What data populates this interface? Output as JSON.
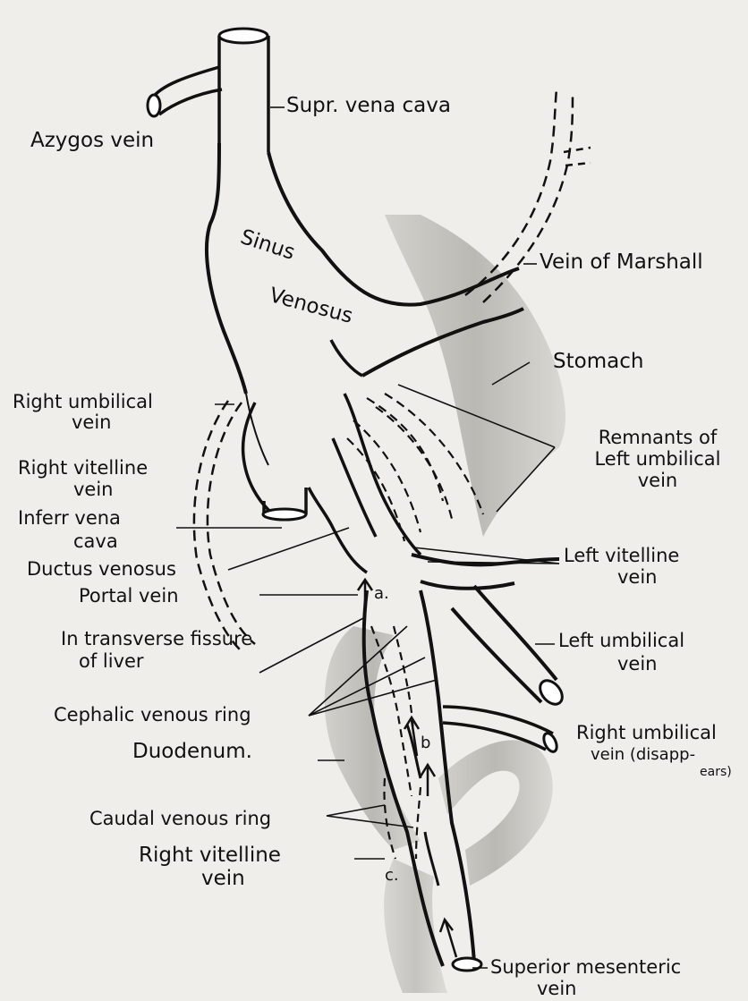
{
  "labels": {
    "sup_vena_cava": "Supr. vena cava",
    "azygos_vein": "Azygos vein",
    "sinus_venosus_1": "Sinus",
    "sinus_venosus_2": "Venosus",
    "vein_of_marshall": "Vein of Marshall",
    "stomach": "Stomach",
    "right_umbilical_vein_1": "Right umbilical",
    "right_umbilical_vein_2": "vein",
    "remnants_1": "Remnants of",
    "remnants_2": "Left umbilical",
    "remnants_3": "vein",
    "right_vitelline_vein_top_1": "Right vitelline",
    "right_vitelline_vein_top_2": "vein",
    "infer_vena_cava_1": "Inferr vena",
    "infer_vena_cava_2": "cava",
    "left_vitelline_vein_1": "Left vitelline",
    "left_vitelline_vein_2": "vein",
    "ductus_venosus": "Ductus venosus",
    "marker_a": "a.",
    "portal_vein": "Portal vein",
    "left_umbilical_vein_1": "Left umbilical",
    "left_umbilical_vein_2": "vein",
    "in_transverse_fissure_1": "In transverse fissure",
    "in_transverse_fissure_2": "of liver",
    "cephalic_venous_ring": "Cephalic venous ring",
    "marker_b": "b",
    "duodenum": "Duodenum.",
    "right_umbilical_disappears_1": "Right umbilical",
    "right_umbilical_disappears_2": "vein (disapp-",
    "right_umbilical_disappears_3": "ears)",
    "caudal_venous_ring": "Caudal venous ring",
    "right_vitelline_vein_bottom_1": "Right vitelline",
    "right_vitelline_vein_bottom_2": "vein",
    "marker_c": "c.",
    "superior_mesenteric_vein_1": "Superior mesenteric",
    "superior_mesenteric_vein_2": "vein"
  }
}
